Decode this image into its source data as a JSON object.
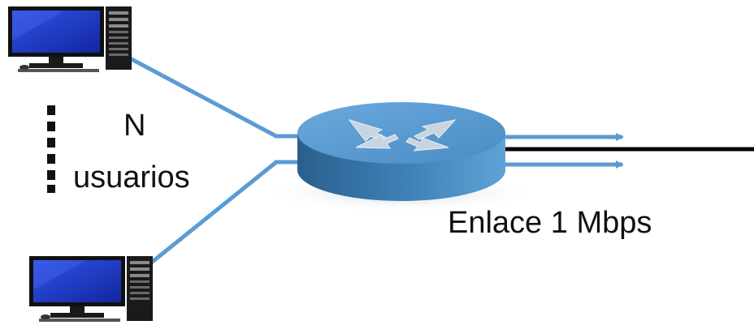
{
  "labels": {
    "users_count": "N",
    "users": "usuarios",
    "link": "Enlace 1 Mbps"
  },
  "colors": {
    "link_line": "#5b9bd5",
    "output_line": "#000000",
    "router_body": "#3a76a8",
    "router_top": "#5d9dd1",
    "monitor_screen": "#1f3ec8",
    "monitor_frame": "#111111",
    "tower": "#1a1a1a"
  },
  "icons": {
    "router": "router-icon",
    "computer_top": "desktop-computer-icon",
    "computer_bottom": "desktop-computer-icon"
  }
}
